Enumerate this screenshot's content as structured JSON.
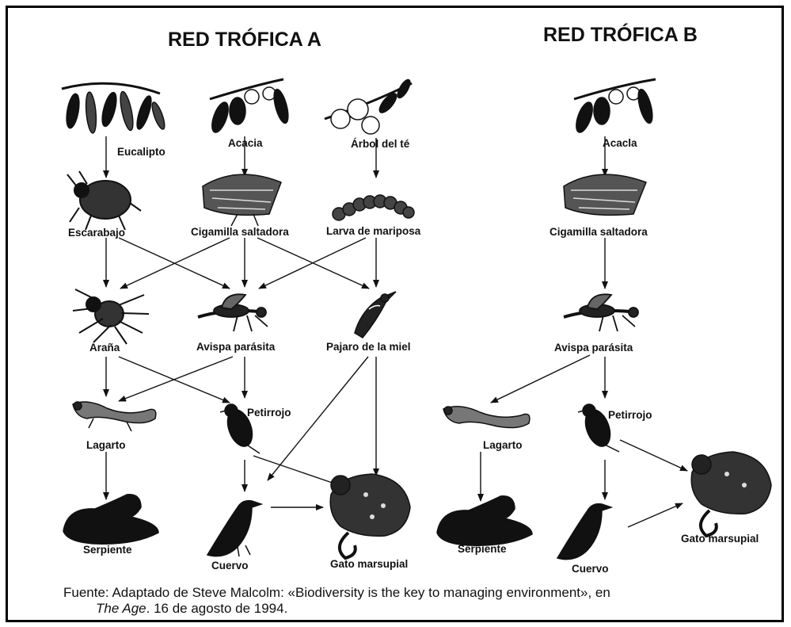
{
  "webs": {
    "a": {
      "title": "RED TRÓFICA A",
      "organisms": {
        "eucalipto": "Eucalipto",
        "acacia": "Acacia",
        "arbol_del_te": "Árbol del té",
        "escarabajo": "Escarabajo",
        "cigarrilla": "Cigamilla saltadora",
        "larva": "Larva de mariposa",
        "arana": "Araña",
        "avispa": "Avispa parásita",
        "pajaro": "Pajaro de la miel",
        "lagarto": "Lagarto",
        "petirrojo": "Petirrojo",
        "serpiente": "Serpiente",
        "cuervo": "Cuervo",
        "gato": "Gato marsupial"
      }
    },
    "b": {
      "title": "RED TRÓFICA B",
      "organisms": {
        "acacia": "Acacla",
        "cigarrilla": "Cigamilla saltadora",
        "avispa": "Avispa parásita",
        "lagarto": "Lagarto",
        "petirrojo": "Petirrojo",
        "serpiente": "Serpiente",
        "cuervo": "Cuervo",
        "gato": "Gato marsupial"
      }
    }
  },
  "source": {
    "label": "Fuente:",
    "text": "Adaptado de Steve Malcolm: «Biodiversity is the key to managing environment», en",
    "publication": "The Age",
    "date": ". 16 de agosto de 1994."
  }
}
